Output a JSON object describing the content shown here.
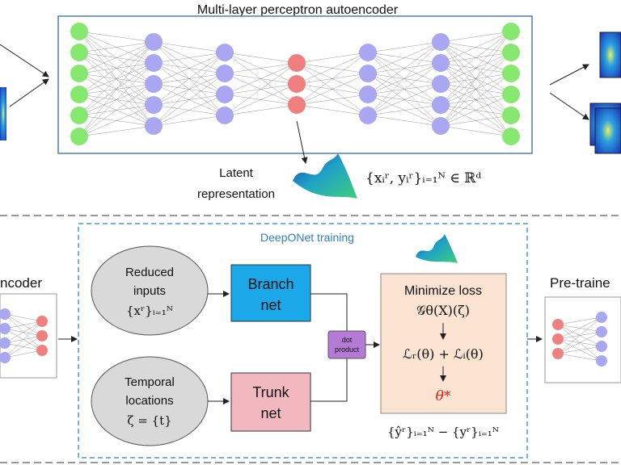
{
  "top": {
    "title": "Multi-layer perceptron autoencoder",
    "latent_label_line1": "Latent",
    "latent_label_line2": "representation",
    "latent_formula": "{xᵢʳ, yᵢʳ}ᵢ₌₁ᴺ ∈ ℝᵈ"
  },
  "bottom": {
    "left_partial_label": "ncoder",
    "deeponet_title": "DeepONet training",
    "reduced_inputs": {
      "line1": "Reduced",
      "line2": "inputs",
      "line3": "{xʳ}ᵢ₌₁ᴺ"
    },
    "temporal_locations": {
      "line1": "Temporal",
      "line2": "locations",
      "line3": "ζ = {t}"
    },
    "branch_net": {
      "line1": "Branch",
      "line2": "net"
    },
    "trunk_net": {
      "line1": "Trunk",
      "line2": "net"
    },
    "dot_product": {
      "line1": "dot",
      "line2": "product"
    },
    "loss_box": {
      "title": "Minimize loss",
      "operator": "𝒢θ(X)(ζ)",
      "loss_terms": "ℒᵣ(θ) + ℒᵢ(θ)",
      "optimum": "θ*"
    },
    "output_formula": "{ŷʳ}ᵢ₌₁ᴺ − {yʳ}ᵢ₌₁ᴺ",
    "right_partial_label": "Pre-traine"
  },
  "colors": {
    "green_node": "#86e86e",
    "blue_node": "#a9a6f2",
    "red_node": "#f08080",
    "branch_fill": "#1aa8e8",
    "trunk_fill": "#f2b8c0",
    "loss_fill": "#fbe3d2",
    "dot_fill": "#b47ad6",
    "ellipse_fill": "#d9d9d9",
    "frame_blue": "#4a7fb8",
    "deeponet_title": "#2f7fc4",
    "optimum": "#e0201c"
  }
}
